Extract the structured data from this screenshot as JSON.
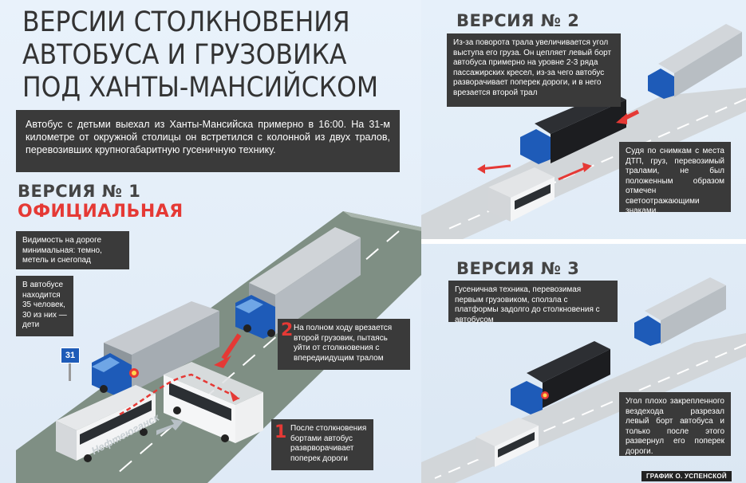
{
  "title_lines": [
    "ВЕРСИИ СТОЛКНОВЕНИЯ",
    "АВТОБУСА И ГРУЗОВИКА",
    "ПОД ХАНТЫ-МАНСИЙСКОМ"
  ],
  "intro": "Автобус с детьми выехал из Ханты-Мансийска примерно в 16:00. На 31-м километре от окружной столицы он встретился с колонной из двух тралов, перевозивших крупногабаритную гусеничную технику.",
  "version1": {
    "heading": "ВЕРСИЯ № 1",
    "subheading": "ОФИЦИАЛЬНАЯ",
    "visibility": "Видимость на дороге минимальная: темно, метель и снегопад",
    "passengers": "В автобусе находится 35 человек, 30 из них — дети",
    "step2_num": "2",
    "step2": "На полном ходу врезается второй грузовик, пытаясь уйти от столкновения с впередиидущим тралом",
    "step1_num": "1",
    "step1": "После столкновения бортами автобус разврворачивает поперек дороги",
    "km_sign": "31",
    "road_label": "Нефтеюганск"
  },
  "version2": {
    "heading": "ВЕРСИЯ № 2",
    "text": "Из-за поворота трала увеличивается угол выступа его груза. Он цепляет левый борт автобуса примерно на уровне 2-3 ряда пассажирских кресел, из-за чего автобус разворачивает поперек дороги, и в него врезается второй трал",
    "note": "Судя по снимкам с места ДТП, груз, перевозимый тралами, не был положенным образом отмечен светоотражающими знаками."
  },
  "version3": {
    "heading": "ВЕРСИЯ № 3",
    "text": "Гусеничная техника, перевозимая первым грузовиком, сползла с платформы задолго до столкновения с автобусом",
    "note": "Угол плохо закрепленного вездехода разрезал левый борт автобуса и только после этого развернул его поперек дороги."
  },
  "credit": "ГРАФИК О. УСПЕНСКОЙ",
  "colors": {
    "accent": "#e53935",
    "box": "#3a3a3a",
    "road": "#7f8f84",
    "truck_cab": "#1e5bb8",
    "trailer": "#c8ccd0"
  }
}
